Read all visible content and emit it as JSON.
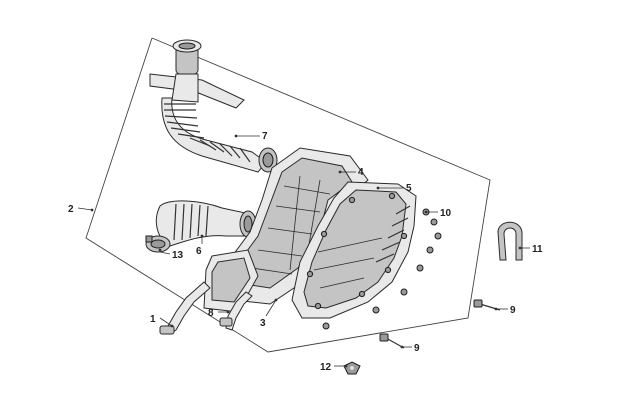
{
  "callouts": [
    {
      "id": "1",
      "label": "1"
    },
    {
      "id": "2",
      "label": "2"
    },
    {
      "id": "3",
      "label": "3"
    },
    {
      "id": "4",
      "label": "4"
    },
    {
      "id": "5",
      "label": "5"
    },
    {
      "id": "6",
      "label": "6"
    },
    {
      "id": "7",
      "label": "7"
    },
    {
      "id": "8",
      "label": "8"
    },
    {
      "id": "9a",
      "label": "9"
    },
    {
      "id": "9b",
      "label": "9"
    },
    {
      "id": "10",
      "label": "10"
    },
    {
      "id": "11",
      "label": "11"
    },
    {
      "id": "12",
      "label": "12"
    },
    {
      "id": "13",
      "label": "13"
    }
  ]
}
